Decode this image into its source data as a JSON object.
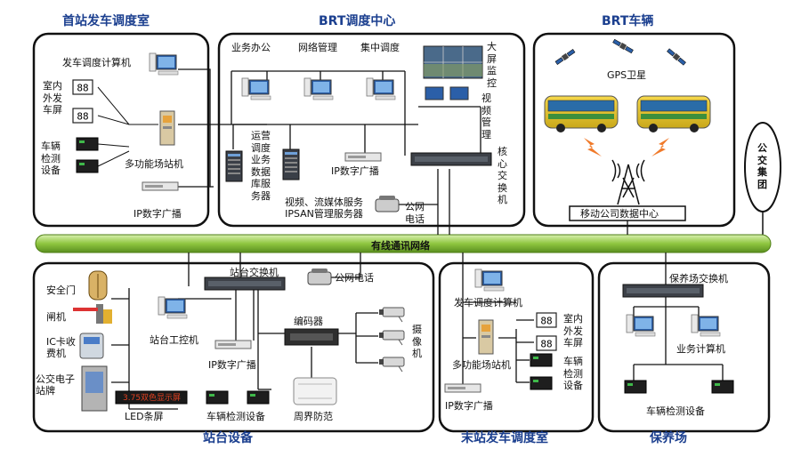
{
  "sections": {
    "first_station": {
      "title": "首站发车调度室",
      "dispatch_computer": "发车调度计算机",
      "indoor_screen": "室内外发车屏",
      "vehicle_detection": "车辆检测设备",
      "multi_function_station": "多功能场站机",
      "ip_broadcast": "IP数字广播"
    },
    "brt_center": {
      "title": "BRT调度中心",
      "business_office": "业务办公",
      "network_mgmt": "网络管理",
      "central_dispatch": "集中调度",
      "big_screen": "大屏监控",
      "video_mgmt": "视频管理",
      "ops_servers": "运营调度业务数据库服务器",
      "media_servers": "视频、流媒体服务 IPSAN管理服务器",
      "ip_broadcast": "IP数字广播",
      "core_switch": "核心交换机",
      "public_phone": "公网电话"
    },
    "brt_vehicle": {
      "title": "BRT车辆",
      "gps": "GPS卫星",
      "data_center": "移动公司数据中心"
    },
    "bus_group": "公交集团",
    "network_bus": "有线通讯网络",
    "station_equipment": {
      "title": "站台设备",
      "station_switch": "站台交换机",
      "public_phone": "公网电话",
      "safety_door": "安全门",
      "gate": "闸机",
      "ic_card": "IC卡收费机",
      "bus_sign": "公交电子站牌",
      "led_bar": "LED条屏",
      "led_text": "3.75双色显示屏",
      "industrial_pc": "站台工控机",
      "ip_broadcast": "IP数字广播",
      "encoder": "编码器",
      "camera": "摄像机",
      "vehicle_detection": "车辆检测设备",
      "perimeter": "周界防范"
    },
    "last_station": {
      "title": "末站发车调度室",
      "dispatch_computer": "发车调度计算机",
      "indoor_screen": "室内外发车屏",
      "multi_function_station": "多功能场站机",
      "vehicle_detection": "车辆检测设备",
      "ip_broadcast": "IP数字广播"
    },
    "maintenance": {
      "title": "保养场",
      "switch": "保养场交换机",
      "business_computer": "业务计算机",
      "vehicle_detection": "车辆检测设备"
    }
  },
  "colors": {
    "title_blue": "#1b3f8f",
    "bus_green": "#8fc63f",
    "panel_border": "#111111"
  },
  "icons": [
    "computer-icon",
    "server-icon",
    "switch-icon",
    "display-counter-icon",
    "detector-box-icon",
    "kiosk-icon",
    "phone-icon",
    "camera-icon",
    "satellite-icon",
    "bus-icon",
    "antenna-tower-icon",
    "lightning-icon",
    "video-wall-icon",
    "gate-icon",
    "door-icon",
    "card-reader-icon",
    "encoder-icon",
    "fence-icon"
  ]
}
